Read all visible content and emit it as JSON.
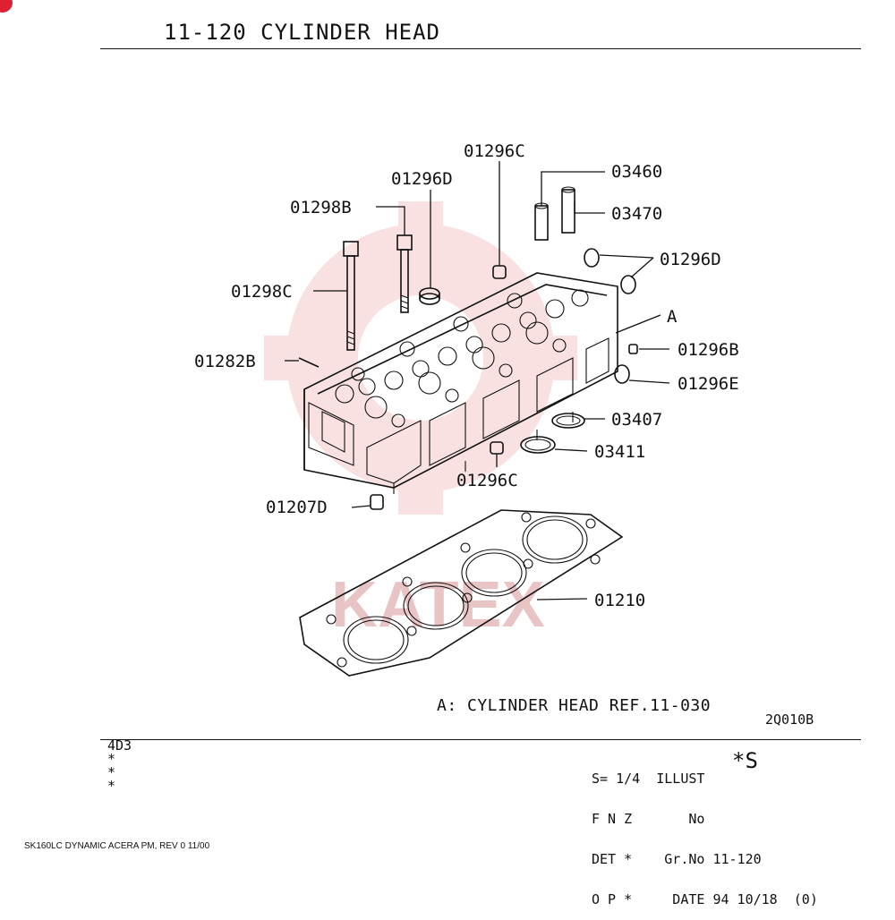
{
  "header": {
    "title": "11-120  CYLINDER HEAD"
  },
  "watermark": {
    "text": "KATEX",
    "color": "#f2b8b8"
  },
  "callouts": [
    {
      "id": "c1",
      "label": "01296C"
    },
    {
      "id": "c2",
      "label": "03460"
    },
    {
      "id": "c3",
      "label": "01296D"
    },
    {
      "id": "c4",
      "label": "03470"
    },
    {
      "id": "c5",
      "label": "01298B"
    },
    {
      "id": "c6",
      "label": "01296D"
    },
    {
      "id": "c7",
      "label": "01298C"
    },
    {
      "id": "c8",
      "label": "A"
    },
    {
      "id": "c9",
      "label": "01282B"
    },
    {
      "id": "c10",
      "label": "01296B"
    },
    {
      "id": "c11",
      "label": "01296E"
    },
    {
      "id": "c12",
      "label": "03407"
    },
    {
      "id": "c13",
      "label": "03411"
    },
    {
      "id": "c14",
      "label": "01296C"
    },
    {
      "id": "c15",
      "label": "01207D"
    },
    {
      "id": "c16",
      "label": "01210"
    }
  ],
  "reference_note": "A:  CYLINDER HEAD REF.11-030",
  "drawing_number": "2Q010B",
  "left_codes": [
    "4D3",
    "*",
    "*",
    "*"
  ],
  "meta": {
    "line1": "S= 1/4  ILLUST",
    "line2": "F N Z       No",
    "line3": "DET *    Gr.No 11-120",
    "line4": "O P *     DATE 94 10/18  (0)",
    "star_s": "*S"
  },
  "page_footer": "SK160LC DYNAMIC ACERA PM, REV 0 11/00"
}
